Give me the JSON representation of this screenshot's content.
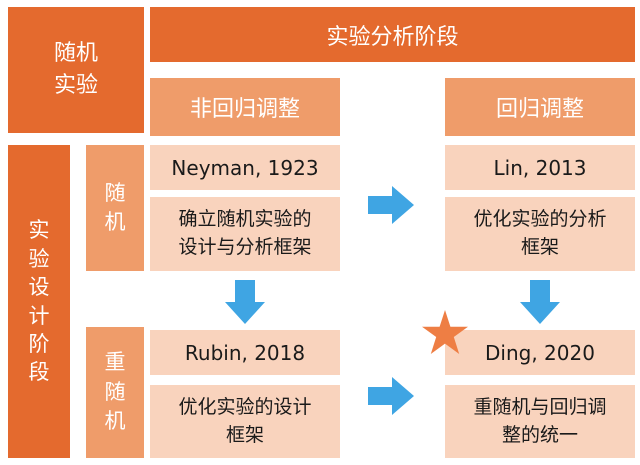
{
  "header": {
    "random_experiment": "随机\n实验",
    "analysis_stage": "实验分析阶段"
  },
  "columns": {
    "non_regression": "非回归调整",
    "regression": "回归调整"
  },
  "rows": {
    "design_stage": "实\n验\n设\n计\n阶\n段",
    "randomization": "随\n机",
    "rerandomization": "重\n随\n机"
  },
  "cells": {
    "neyman_title": "Neyman, 1923",
    "neyman_desc": "确立随机实验的\n设计与分析框架",
    "lin_title": "Lin, 2013",
    "lin_desc": "优化实验的分析\n框架",
    "rubin_title": "Rubin, 2018",
    "rubin_desc": "优化实验的设计\n框架",
    "ding_title": "Ding, 2020",
    "ding_desc": "重随机与回归调\n整的统一"
  },
  "colors": {
    "dark_orange": "#e46a2e",
    "mid_orange": "#ef9c6a",
    "light_orange": "#f9d3bd",
    "arrow_blue": "#3fa5e3",
    "star": "#ee7e44"
  },
  "icons": {
    "arrow": "block-arrow-icon",
    "star": "star-icon"
  }
}
